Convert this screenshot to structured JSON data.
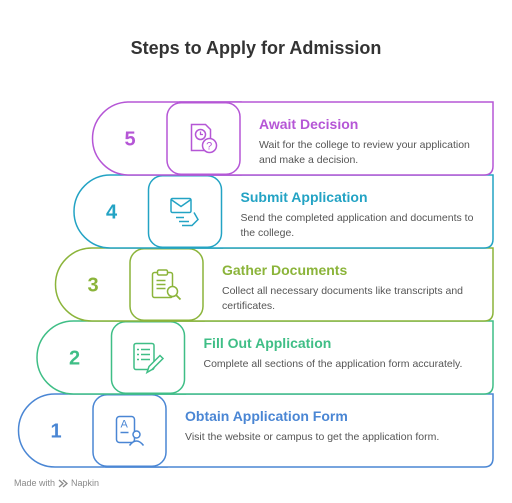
{
  "title": "Steps to Apply for Admission",
  "steps": [
    {
      "number": "1",
      "title": "Obtain Application Form",
      "description": "Visit the website or campus to get the application form.",
      "color": "#4a86d4",
      "icon": "document-person-icon"
    },
    {
      "number": "2",
      "title": "Fill Out Application",
      "description": "Complete all sections of the application form accurately.",
      "color": "#3fbe86",
      "icon": "form-pen-icon"
    },
    {
      "number": "3",
      "title": "Gather Documents",
      "description": "Collect all necessary documents like transcripts and certificates.",
      "color": "#8bb43a",
      "icon": "clipboard-search-icon"
    },
    {
      "number": "4",
      "title": "Submit Application",
      "description": "Send the completed application and documents to the college.",
      "color": "#23a3c4",
      "icon": "hand-envelope-icon"
    },
    {
      "number": "5",
      "title": "Await Decision",
      "description": "Wait for the college to review your application and make a decision.",
      "color": "#b556d6",
      "icon": "document-clock-question-icon"
    }
  ],
  "footer": {
    "made_with": "Made with",
    "brand": "Napkin"
  }
}
